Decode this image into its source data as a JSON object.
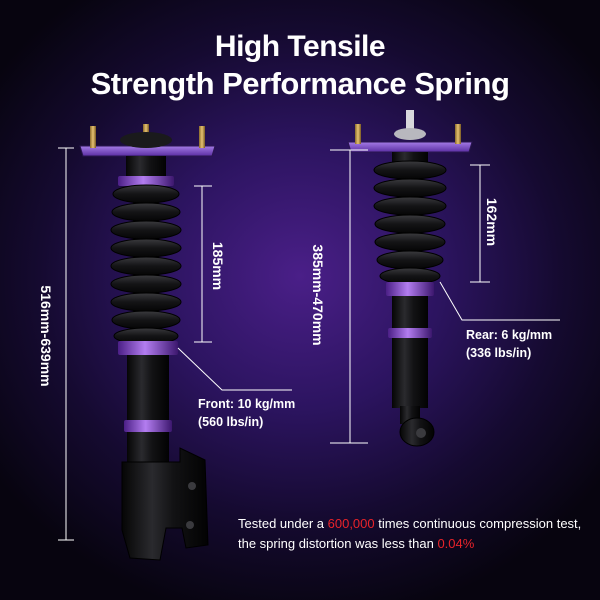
{
  "headline": {
    "line1": "High Tensile",
    "line2": "Strength Performance Spring"
  },
  "front": {
    "overall_length": "516mm-639mm",
    "spring_length": "185mm",
    "rate_line1": "Front: 10 kg/mm",
    "rate_line2": "(560 lbs/in)"
  },
  "rear": {
    "overall_length": "385mm-470mm",
    "spring_length": "162mm",
    "rate_line1": "Rear: 6 kg/mm",
    "rate_line2": "(336 lbs/in)"
  },
  "test_note": {
    "part1": "Tested under a ",
    "cycles": "600,000",
    "part2": " times continuous compression test,",
    "part3": "the spring distortion was less than ",
    "distortion": "0.04%"
  },
  "colors": {
    "accent_purple": "#8e45d6",
    "highlight_red": "#e8232a",
    "text": "#ffffff"
  }
}
